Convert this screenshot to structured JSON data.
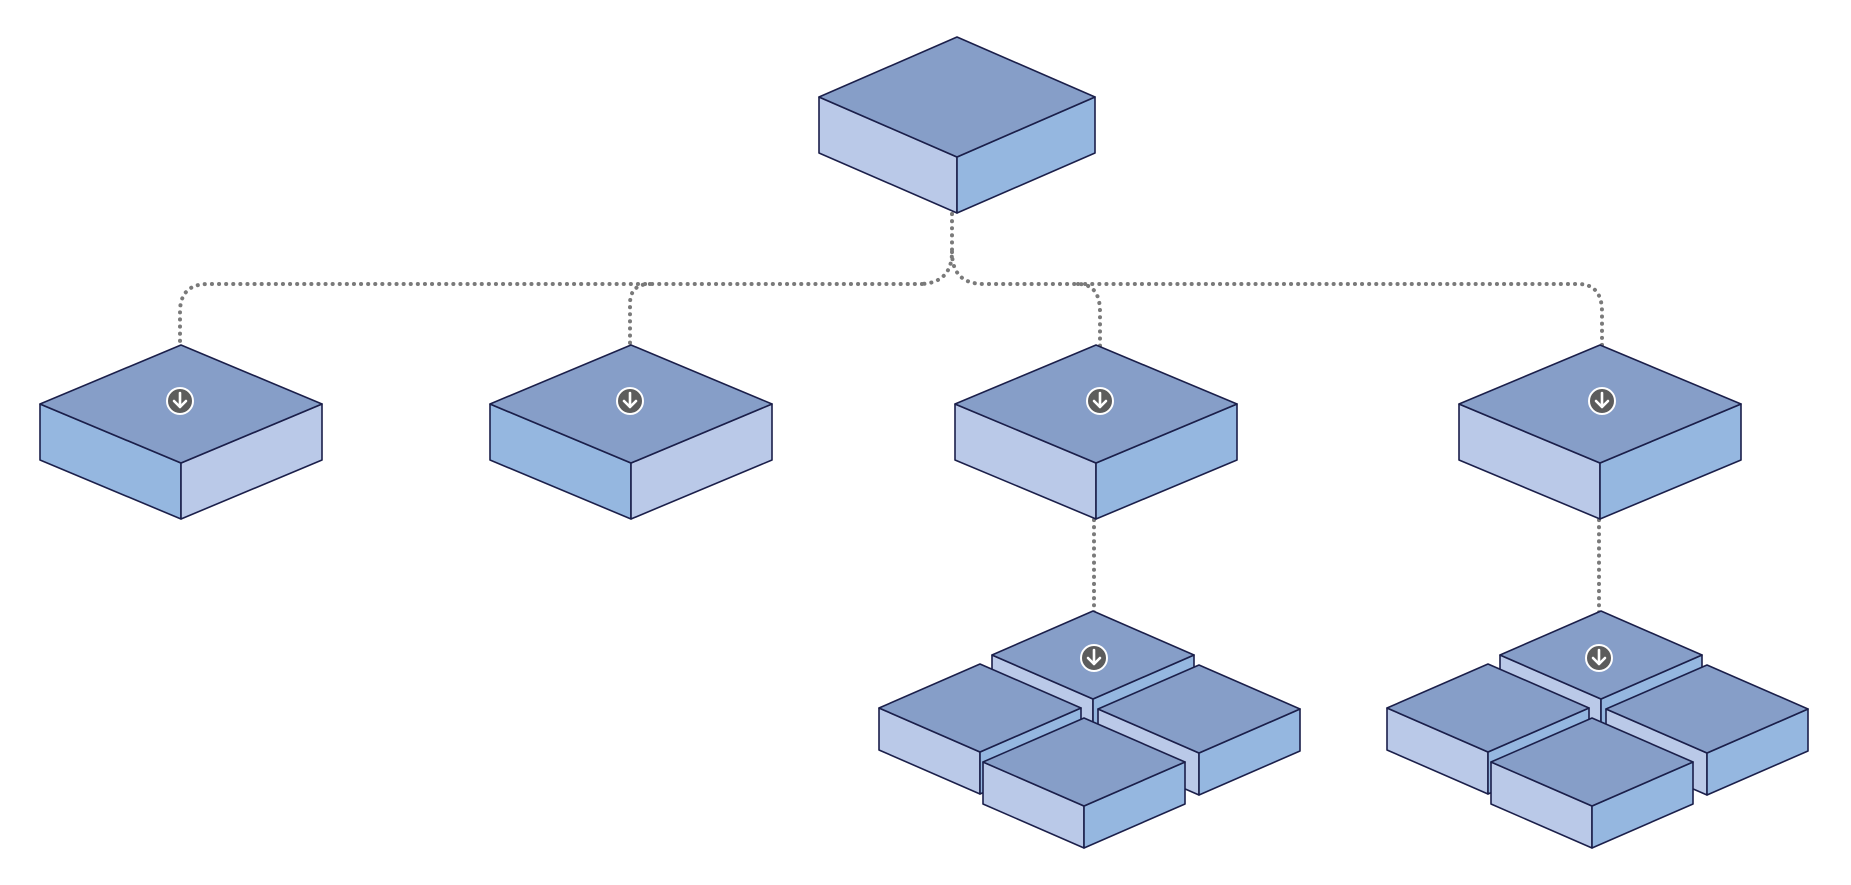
{
  "diagram": {
    "kind": "hierarchy",
    "colors": {
      "top_face": "#869ec8",
      "left_face_dark": "#95b7e0",
      "left_face_light": "#bac9e8",
      "right_face_dark": "#95b7e0",
      "right_face_light": "#bac9e8",
      "stroke": "#1b1f4a",
      "connector": "#7a7a7a",
      "arrow_badge": "#5c5c5c",
      "arrow_glyph": "#ffffff",
      "background": "#ffffff"
    },
    "connector_style": "dotted",
    "nodes": [
      {
        "id": "root",
        "level": 0,
        "shading": "light-left"
      },
      {
        "id": "child-1",
        "level": 1,
        "shading": "dark-left",
        "parent": "root"
      },
      {
        "id": "child-2",
        "level": 1,
        "shading": "dark-left",
        "parent": "root"
      },
      {
        "id": "child-3",
        "level": 1,
        "shading": "light-left",
        "parent": "root"
      },
      {
        "id": "child-4",
        "level": 1,
        "shading": "light-left",
        "parent": "root"
      },
      {
        "id": "cluster-a",
        "level": 2,
        "parent": "child-3",
        "blocks": 4
      },
      {
        "id": "cluster-b",
        "level": 2,
        "parent": "child-4",
        "blocks": 4
      }
    ],
    "arrow_icon": "arrow-down-circle-icon"
  }
}
